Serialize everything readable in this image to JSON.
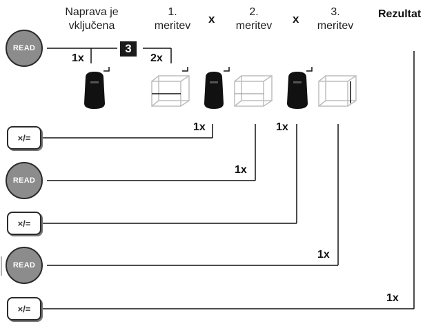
{
  "header": {
    "col_device_on": "Naprava je\nvključena",
    "col_measure1": "1.\nmeritev",
    "col_measure2": "2.\nmeritev",
    "col_measure3": "3.\nmeritev",
    "multiply_symbol": "x",
    "result": "Rezultat"
  },
  "buttons": {
    "read": "READ",
    "multiply": "×/="
  },
  "step_badge": "3",
  "labels": {
    "once": "1x",
    "twice": "2x"
  }
}
